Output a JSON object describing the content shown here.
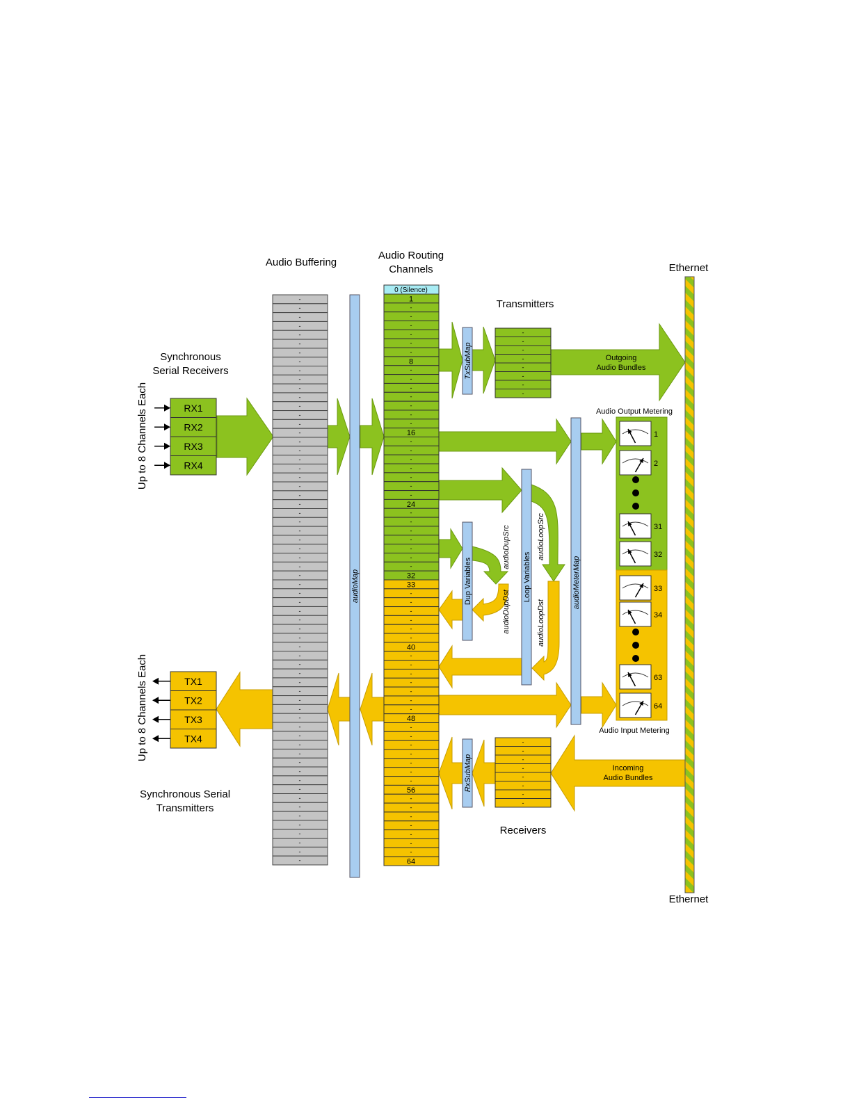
{
  "labels": {
    "audio_buffering": "Audio Buffering",
    "routing_line1": "Audio Routing",
    "routing_line2": "Channels",
    "silence": "0 (Silence)",
    "transmitters": "Transmitters",
    "receivers": "Receivers",
    "ethernet_top": "Ethernet",
    "ethernet_bottom": "Ethernet",
    "sync_rx_line1": "Synchronous",
    "sync_rx_line2": "Serial Receivers",
    "sync_tx_line1": "Synchronous Serial",
    "sync_tx_line2": "Transmitters",
    "up_to_rx": "Up to 8 Channels Each",
    "up_to_tx": "Up to 8 Channels Each",
    "audio_map": "audioMap",
    "tx_submap": "TxSubMap",
    "rx_submap": "RxSubMap",
    "dup_variables": "Dup Variables",
    "loop_variables": "Loop Variables",
    "audio_meter_map": "audioMeterMap",
    "audio_dup_src": "audioDupSrc",
    "audio_dup_dst": "audioDupDst",
    "audio_loop_src": "audioLoopSrc",
    "audio_loop_dst": "audioLoopDst",
    "outgoing_line1": "Outgoing",
    "outgoing_line2": "Audio Bundles",
    "incoming_line1": "Incoming",
    "incoming_line2": "Audio Bundles",
    "output_metering": "Audio Output Metering",
    "input_metering": "Audio Input Metering"
  },
  "rx_ports": [
    "RX1",
    "RX2",
    "RX3",
    "RX4"
  ],
  "tx_ports": [
    "TX1",
    "TX2",
    "TX3",
    "TX4"
  ],
  "buffer_cell": "-",
  "routing_numbers": {
    "1": "1",
    "8": "8",
    "16": "16",
    "24": "24",
    "32": "32",
    "33": "33",
    "40": "40",
    "48": "48",
    "56": "56",
    "64": "64"
  },
  "meters": [
    {
      "label": "1",
      "dir": "left"
    },
    {
      "label": "2",
      "dir": "right"
    },
    {
      "label": "31",
      "dir": "left"
    },
    {
      "label": "32",
      "dir": "left"
    },
    {
      "label": "33",
      "dir": "right"
    },
    {
      "label": "34",
      "dir": "left"
    },
    {
      "label": "63",
      "dir": "left"
    },
    {
      "label": "64",
      "dir": "right"
    }
  ],
  "colors": {
    "green": "#8cc21f",
    "yellow": "#f5c300",
    "blue": "#a8cdf0",
    "gray": "#c4c4c4",
    "silence": "#a8ecf4"
  }
}
